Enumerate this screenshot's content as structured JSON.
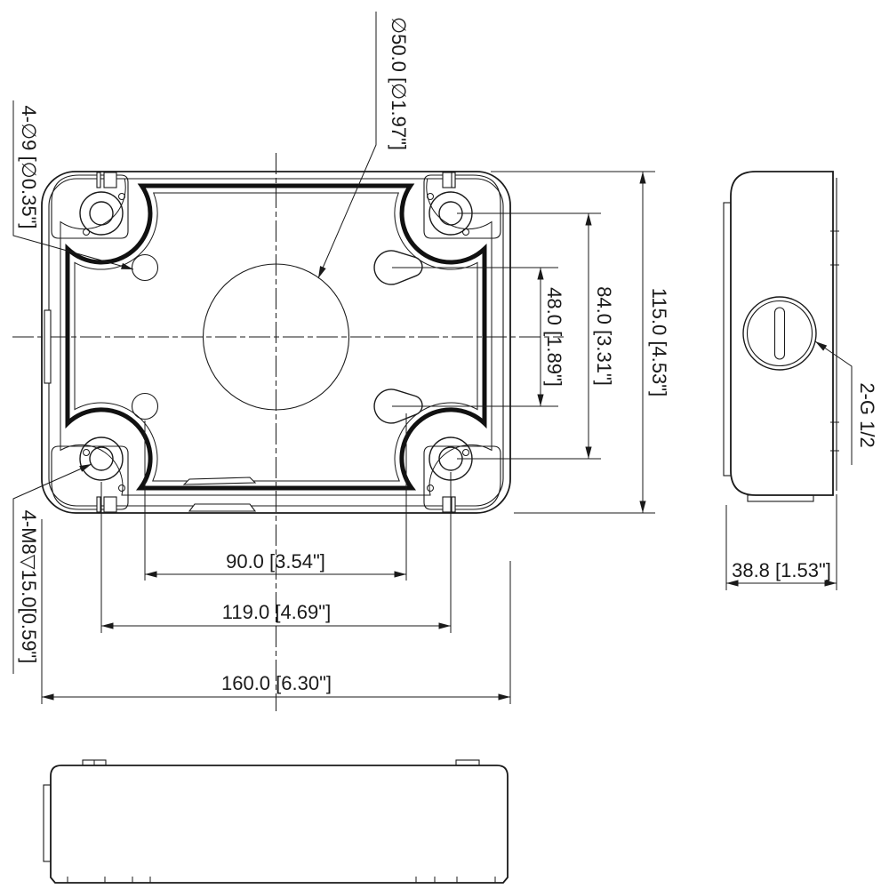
{
  "front_view": {
    "dim_center_hole": "∅50.0 [∅1.97\"]",
    "dim_corner_holes": "4-∅9 [∅0.35\"]",
    "dim_thread_holes": "4-M8▽15.0[0.59\"]",
    "dim_keyhole_spacing_v": "48.0 [1.89\"]",
    "dim_boss_spacing_v": "84.0 [3.31\"]",
    "dim_overall_height": "115.0 [4.53\"]",
    "dim_hole_spacing_h": "90.0 [3.54\"]",
    "dim_boss_spacing_h": "119.0 [4.69\"]",
    "dim_overall_width": "160.0 [6.30\"]"
  },
  "side_view": {
    "label_conduit_plug": "2-G 1/2",
    "dim_depth": "38.8 [1.53\"]"
  },
  "colors": {
    "line": "#1a1a1a",
    "background": "#ffffff"
  }
}
